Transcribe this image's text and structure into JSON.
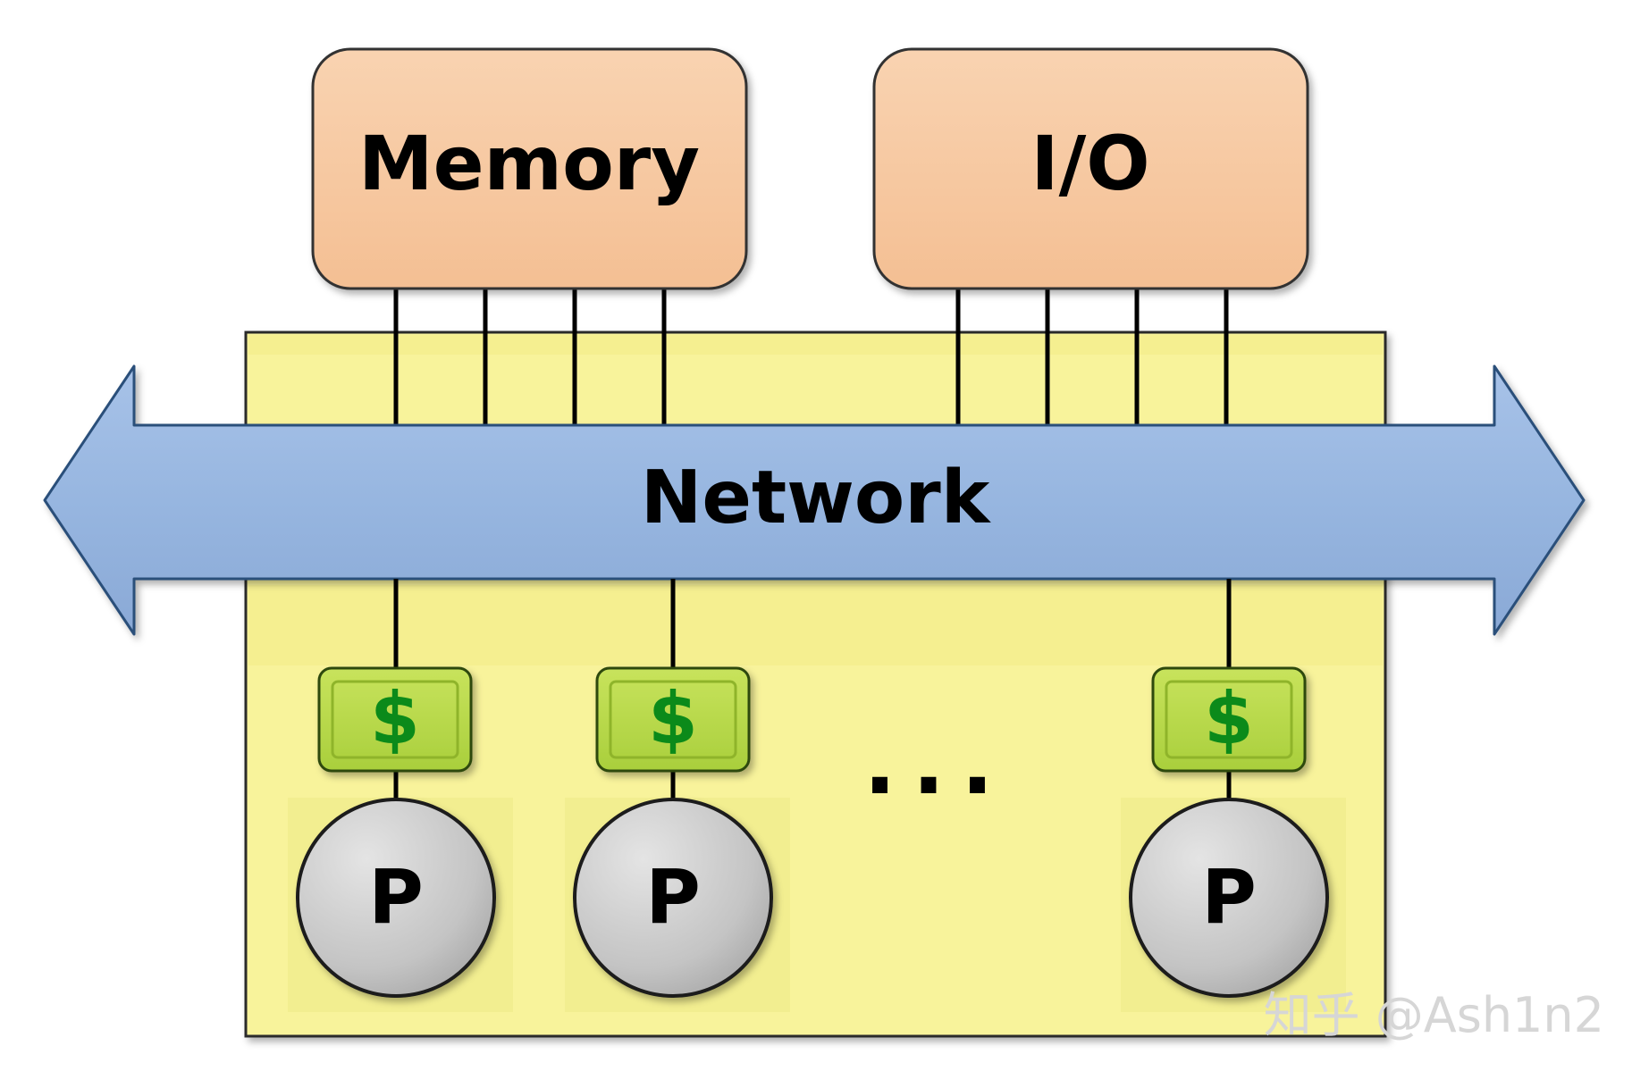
{
  "colors": {
    "board": "#f8f39b",
    "board_border": "#2a2a2a",
    "module_fill": "#f6c49b",
    "network_fill": "#97b6e0",
    "cache_fill": "#b6d948",
    "cache_text": "#0b8a1a",
    "processor_fill": "#c8c8c8"
  },
  "memory": {
    "label": "Memory"
  },
  "io": {
    "label": "I/O"
  },
  "network": {
    "label": "Network"
  },
  "nodes": [
    {
      "cache_label": "$",
      "processor_label": "P"
    },
    {
      "cache_label": "$",
      "processor_label": "P"
    },
    {
      "cache_label": "$",
      "processor_label": "P"
    }
  ],
  "ellipsis": "...",
  "watermark": "知乎 @Ash1n2"
}
